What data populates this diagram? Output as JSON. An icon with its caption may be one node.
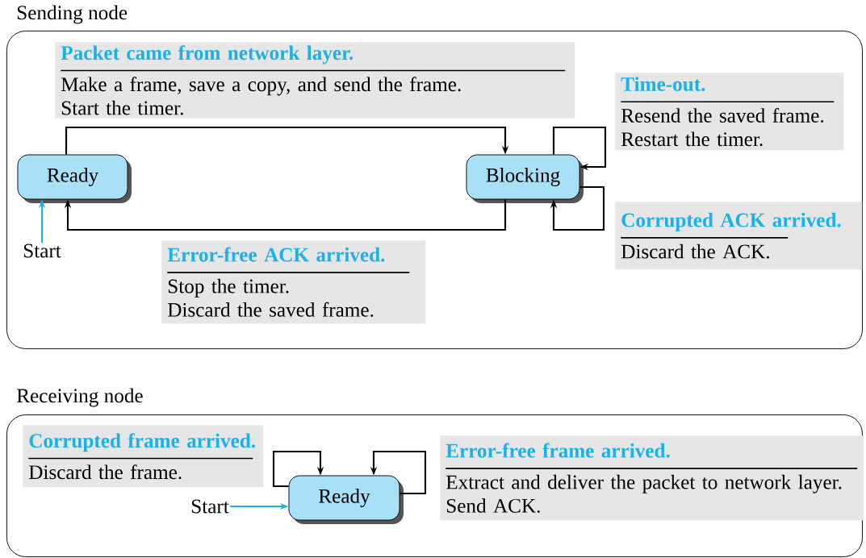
{
  "diagram": {
    "nodes": [
      {
        "text": [
          "Sending node"
        ]
      },
      {
        "text": [
          "Packet came from network layer.",
          "Make a frame, save a copy, and send the frame.",
          "Start the timer."
        ],
        "in": 0
      },
      {
        "text": [
          "Time-out.",
          "Resend the saved frame.",
          "Restart the timer."
        ],
        "in": 0
      },
      {
        "text": [
          "Ready"
        ],
        "in": 0
      },
      {
        "text": [
          "Blocking"
        ],
        "in": 0
      },
      {
        "text": [
          "Corrupted ACK arrived.",
          "Discard the ACK."
        ],
        "in": 0
      },
      {
        "text": [
          "Start"
        ],
        "in": 0
      },
      {
        "text": [
          "Error-free ACK arrived.",
          "Stop the timer.",
          "Discard the saved frame."
        ],
        "in": 0
      },
      {
        "text": [
          "Receiving node"
        ]
      },
      {
        "text": [
          "Corrupted frame arrived.",
          "Discard the frame."
        ],
        "in": 8
      },
      {
        "text": [
          "Error-free frame arrived.",
          "Extract and deliver the packet to network layer.",
          "Send ACK."
        ],
        "in": 8
      },
      {
        "text": [
          "Start"
        ],
        "in": 8
      },
      {
        "text": [
          "Ready"
        ],
        "in": 8
      }
    ],
    "edges": [
      {
        "from": 3,
        "to": 4,
        "arrow": "to"
      },
      {
        "from": 4,
        "to": 3,
        "arrow": "to"
      },
      {
        "from": 4,
        "to": 4,
        "arrow": "to"
      },
      {
        "from": 4,
        "to": 4,
        "arrow": "to"
      },
      {
        "from": 6,
        "to": 3,
        "arrow": "to",
        "color": "#1ab0e8"
      },
      {
        "from": 12,
        "to": 12,
        "arrow": "to"
      },
      {
        "from": 12,
        "to": 12,
        "arrow": "to"
      },
      {
        "from": 11,
        "to": 12,
        "arrow": "to",
        "color": "#1ab0e8"
      }
    ]
  }
}
